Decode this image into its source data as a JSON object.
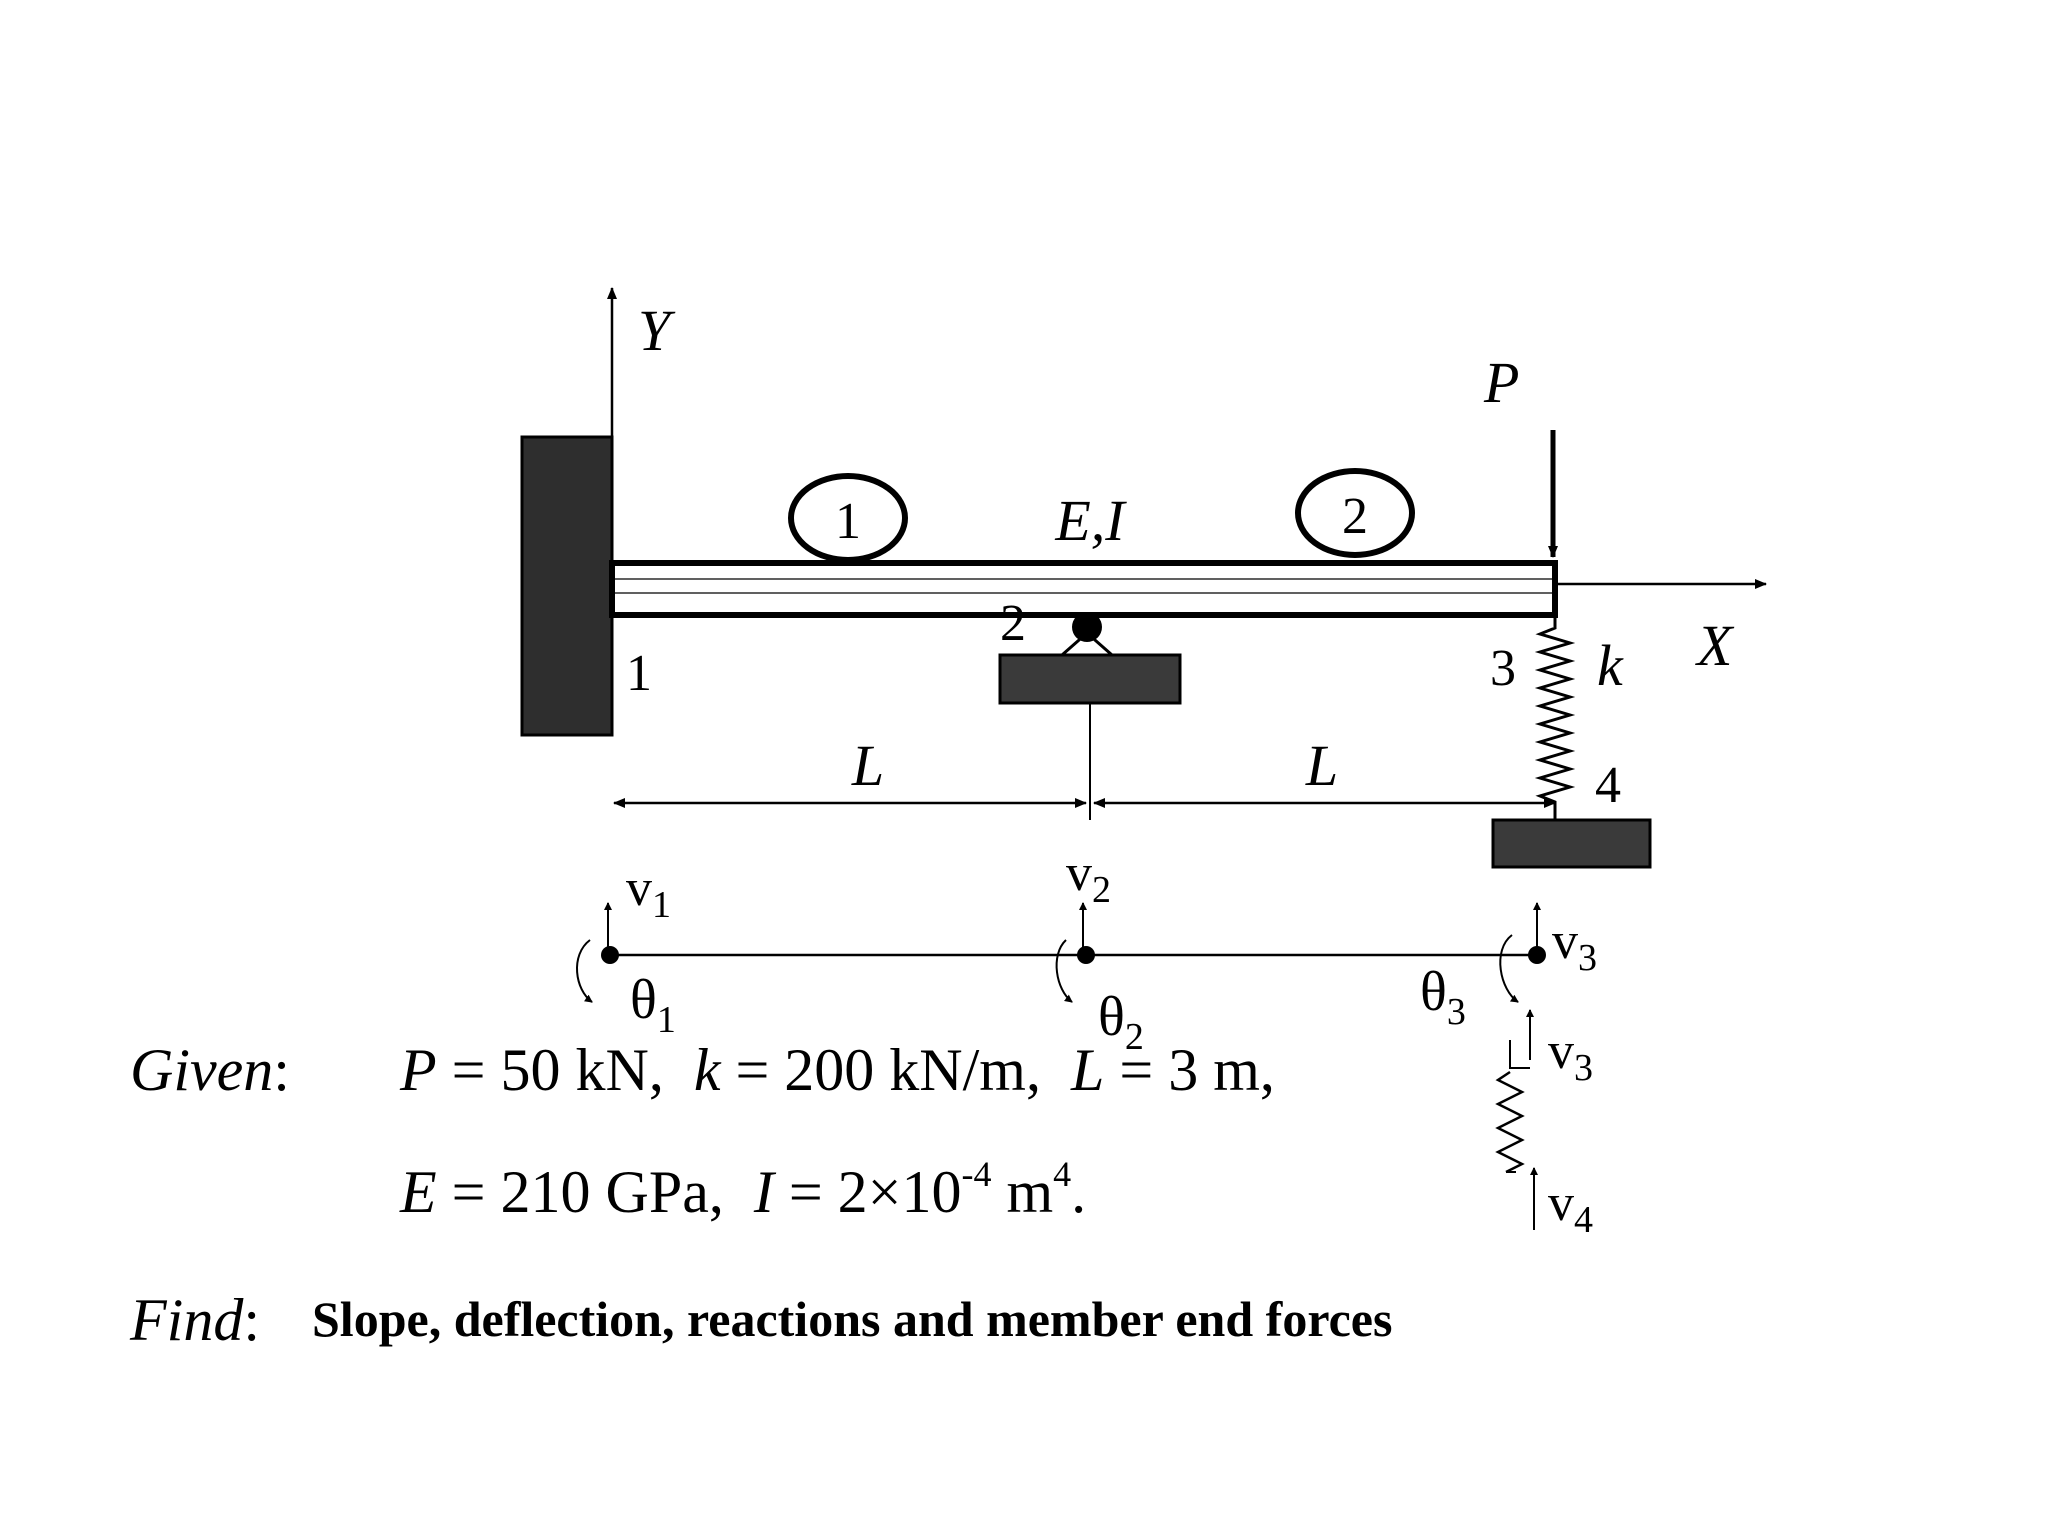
{
  "diagram": {
    "axis_y_label": "Y",
    "axis_x_label": "X",
    "load_label": "P",
    "material_label": "E,I",
    "element_labels": [
      "1",
      "2"
    ],
    "node_labels": [
      "1",
      "2",
      "3",
      "4"
    ],
    "spring_label": "k",
    "span_labels": [
      "L",
      "L"
    ]
  },
  "dof_model": {
    "v_labels": [
      {
        "base": "v",
        "sub": "1"
      },
      {
        "base": "v",
        "sub": "2"
      },
      {
        "base": "v",
        "sub": "3"
      }
    ],
    "theta_labels": [
      {
        "base": "θ",
        "sub": "1"
      },
      {
        "base": "θ",
        "sub": "2"
      },
      {
        "base": "θ",
        "sub": "3"
      }
    ],
    "spring_v_labels": [
      {
        "base": "v",
        "sub": "3"
      },
      {
        "base": "v",
        "sub": "4"
      }
    ]
  },
  "given": {
    "label": "Given",
    "colon": ":",
    "line1": {
      "P_sym": "P",
      "P_val": " = 50 kN,  ",
      "k_sym": "k",
      "k_val": " = 200 kN/m,  ",
      "L_sym": "L",
      "L_val": " = 3 m,"
    },
    "line2": {
      "E_sym": "E",
      "E_val": " = 210 GPa,  ",
      "I_sym": "I",
      "I_val": " = 2×10",
      "I_exp": "-4",
      "I_unit": " m",
      "I_unit_exp": "4",
      "end": "."
    }
  },
  "find": {
    "label": "Find",
    "colon": ":",
    "text": "Slope, deflection, reactions and member end forces"
  }
}
